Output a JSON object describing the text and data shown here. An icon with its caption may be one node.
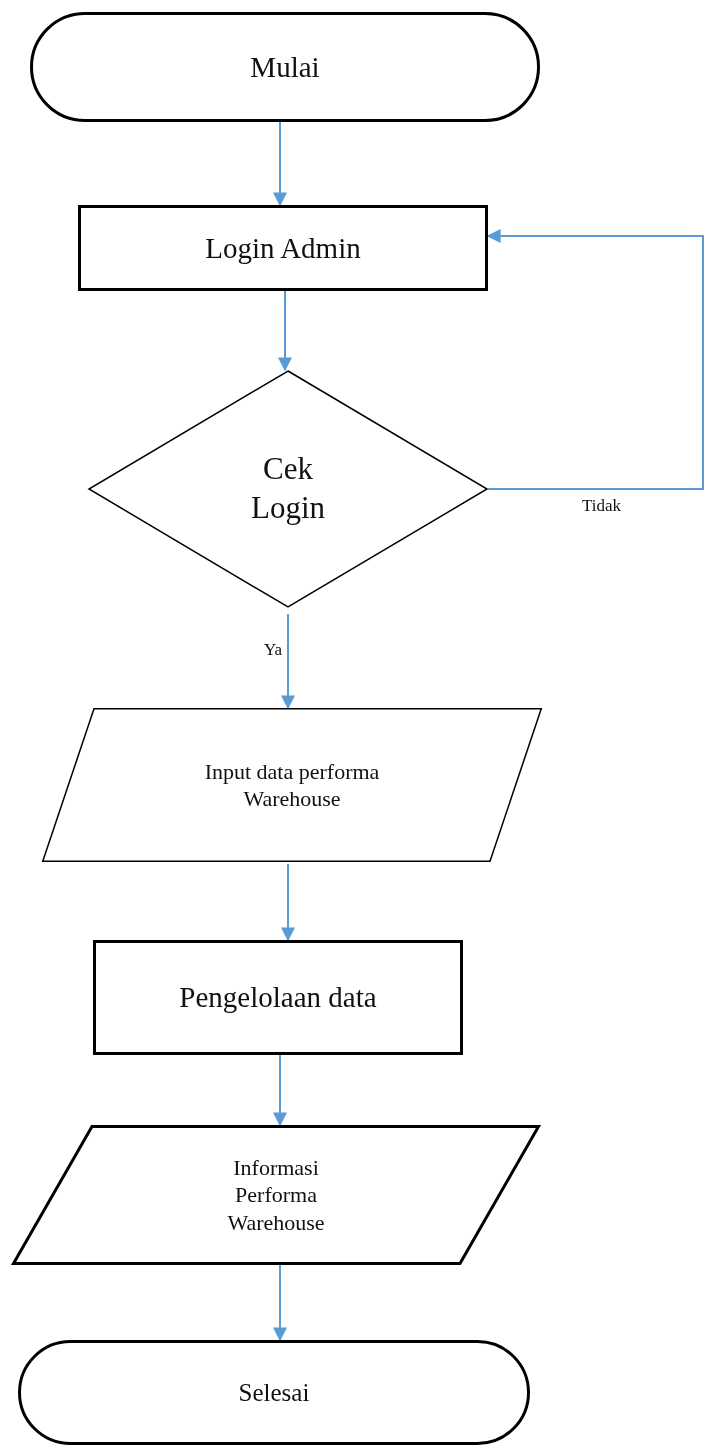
{
  "diagram": {
    "nodes": [
      {
        "text": [
          "Mulai"
        ]
      },
      {
        "text": [
          "Login Admin"
        ]
      },
      {
        "text": [
          "Cek Login"
        ]
      },
      {
        "text": [
          "Input data performa Warehouse"
        ]
      },
      {
        "text": [
          "Pengelolaan data"
        ]
      },
      {
        "text": [
          "Informasi Performa Warehouse"
        ]
      },
      {
        "text": [
          "Selesai"
        ]
      }
    ],
    "edges": [
      {
        "from": 0,
        "to": 1,
        "arrow": "to"
      },
      {
        "from": 1,
        "to": 2,
        "arrow": "to"
      },
      {
        "from": 2,
        "to": 3,
        "arrow": "to",
        "label": "Ya"
      },
      {
        "from": 2,
        "to": 1,
        "arrow": "to",
        "label": "Tidak"
      },
      {
        "from": 3,
        "to": 4,
        "arrow": "to"
      },
      {
        "from": 4,
        "to": 5,
        "arrow": "to"
      },
      {
        "from": 5,
        "to": 6,
        "arrow": "to"
      }
    ]
  }
}
